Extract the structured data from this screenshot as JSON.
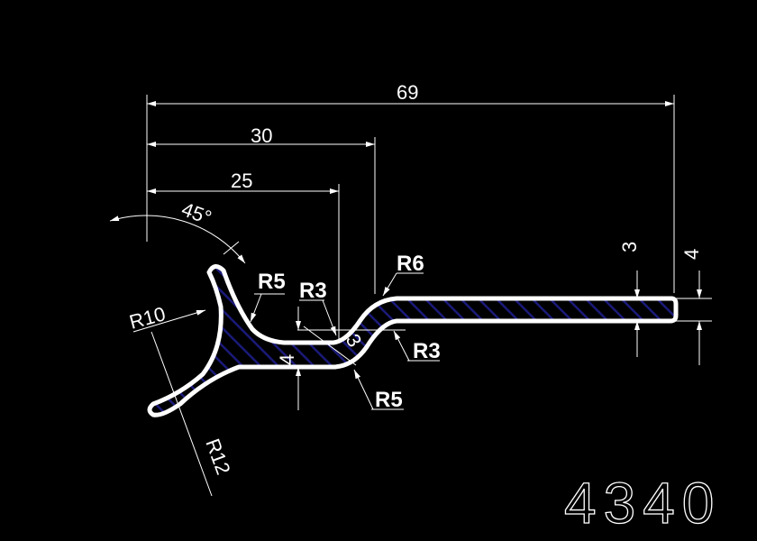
{
  "drawing": {
    "part_number": "4340",
    "dimensions": {
      "overall_length": "69",
      "length_30": "30",
      "length_25": "25",
      "angle": "45°",
      "thickness_right": "3",
      "height_right": "4",
      "height_middle": "4",
      "thickness_diag": "3"
    },
    "radii": {
      "r5_top": "R5",
      "r3_top": "R3",
      "r6": "R6",
      "r10": "R10",
      "r3_right": "R3",
      "r5_bottom": "R5",
      "r12": "R12"
    },
    "colors": {
      "background": "#000000",
      "lines": "#ffffff",
      "hatch": "#1a1a7a"
    }
  }
}
